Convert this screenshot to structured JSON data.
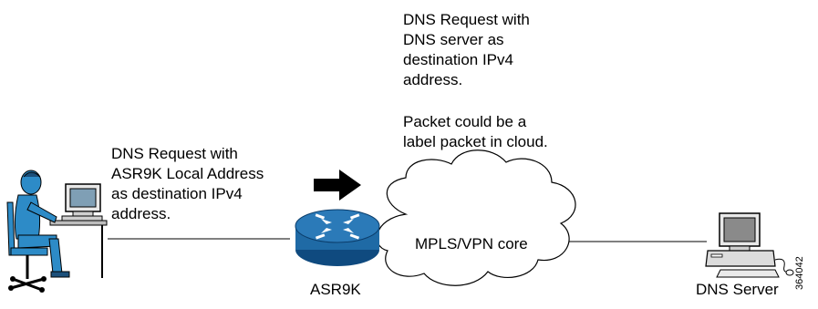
{
  "annotations": {
    "dns_server_request": [
      "DNS Request with",
      "DNS server as",
      "destination IPv4",
      "address."
    ],
    "label_packet_note": [
      "Packet could be a",
      "label packet in cloud."
    ],
    "asr9k_request": [
      "DNS Request with",
      "ASR9K Local Address",
      "as destination IPv4",
      "address."
    ]
  },
  "nodes": {
    "router_label": "ASR9K",
    "cloud_label": "MPLS/VPN core",
    "server_label": "DNS Server"
  },
  "figure_id": "364042",
  "icons": {
    "user": "user-at-workstation-icon",
    "router": "router-icon",
    "cloud": "cloud-icon",
    "server": "dns-server-workstation-icon",
    "arrow": "right-arrow-icon"
  },
  "colors": {
    "router_blue": "#1f6aa5",
    "router_dark": "#0f4a7f",
    "user_blue": "#2d8bc7",
    "line": "#000000"
  }
}
